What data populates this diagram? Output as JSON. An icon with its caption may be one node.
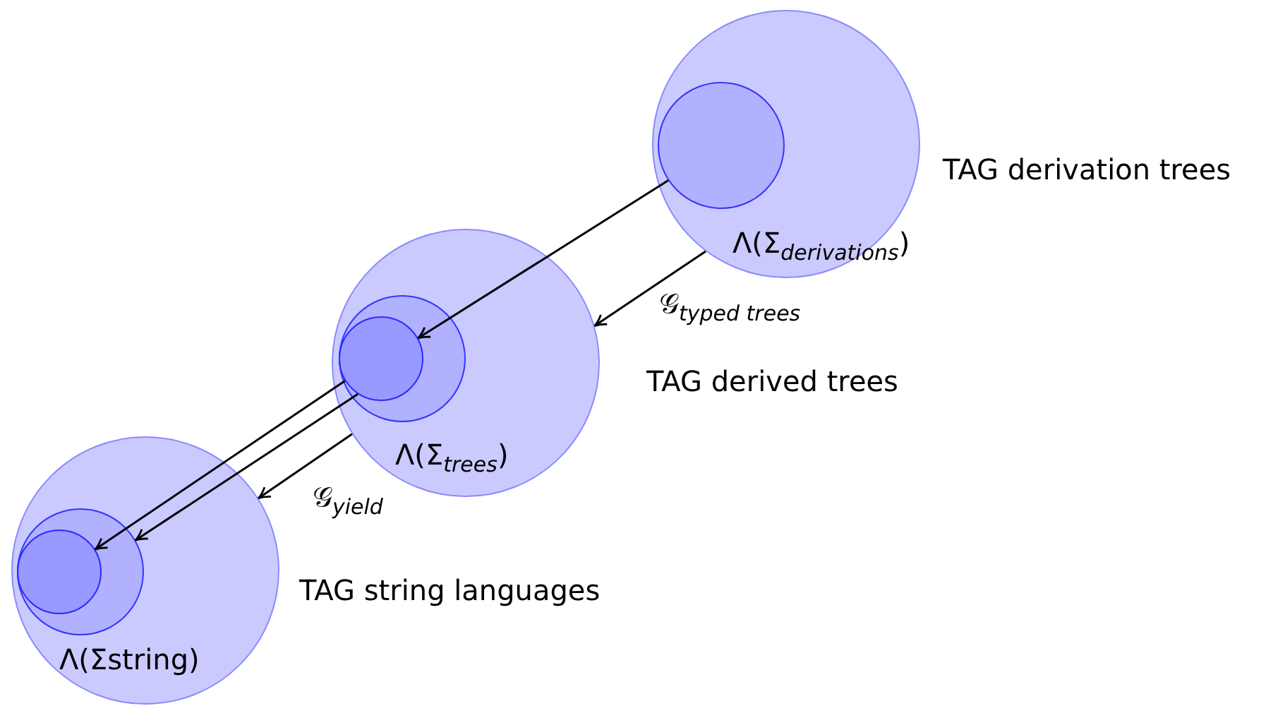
{
  "diagram": {
    "nodes": [
      {
        "text": [
          "Λ(Σ$_{derivations}$)"
        ],
        "beside": [
          "TAG derivation trees"
        ]
      },
      {
        "text": [],
        "shape": "circle",
        "in": 0
      },
      {
        "text": [
          "Λ(Σ$_{trees}$)"
        ],
        "beside": [
          "TAG derived trees"
        ]
      },
      {
        "text": [],
        "shape": "circle",
        "in": 2
      },
      {
        "text": [],
        "shape": "circle",
        "in": 3
      },
      {
        "text": [
          "Λ(Σstring)"
        ],
        "beside": [
          "TAG string languages"
        ]
      },
      {
        "text": [],
        "shape": "circle",
        "in": 5
      },
      {
        "text": [],
        "shape": "circle",
        "in": 6
      }
    ],
    "edges": [
      {
        "from": 1,
        "to": 4,
        "arrow": "to"
      },
      {
        "from": 4,
        "to": 7,
        "arrow": "to"
      },
      {
        "from": 4,
        "to": 6,
        "arrow": "to"
      },
      {
        "from": 0,
        "to": 2,
        "arrow": "to",
        "label": "𝒢$_{typed trees}$"
      },
      {
        "from": 2,
        "to": 5,
        "arrow": "to",
        "label": "𝒢$_{yield}$"
      }
    ]
  }
}
